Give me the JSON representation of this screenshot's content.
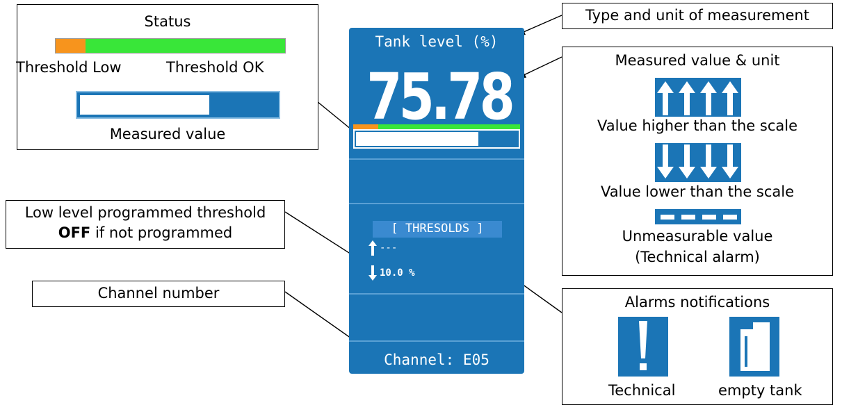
{
  "status_legend": {
    "title": "Status",
    "threshold_low": "Threshold Low",
    "threshold_ok": "Threshold OK",
    "measured_value": "Measured value",
    "status_low_fraction": 0.13,
    "measured_fraction": 0.65
  },
  "labels": {
    "type_unit": "Type and unit of measurement",
    "low_threshold_line1": "Low level programmed threshold",
    "low_threshold_bold": "OFF",
    "low_threshold_rest": " if not programmed",
    "channel_number": "Channel number"
  },
  "measured_box": {
    "title": "Measured value & unit",
    "higher": "Value higher than the scale",
    "lower": "Value lower than the scale",
    "unmeasurable_line1": "Unmeasurable value",
    "unmeasurable_line2": "(Technical alarm)"
  },
  "alarms_box": {
    "title": "Alarms notifications",
    "technical": "Technical",
    "empty_tank": "empty tank"
  },
  "panel": {
    "type": "Tank level (%)",
    "value": "75.78",
    "status_low_fraction": 0.15,
    "measured_fraction": 0.76,
    "thresholds_label": "[ THRESOLDS ]",
    "threshold_high": "---",
    "threshold_low": "10.0 %",
    "channel": "Channel: E05"
  },
  "colors": {
    "panel_blue": "#1b75b6",
    "orange": "#f7941d",
    "green": "#39e639",
    "white": "#ffffff"
  },
  "icons": [
    "arrow-up-icon",
    "arrow-down-icon",
    "dash-icon",
    "exclamation-icon",
    "tank-icon"
  ]
}
